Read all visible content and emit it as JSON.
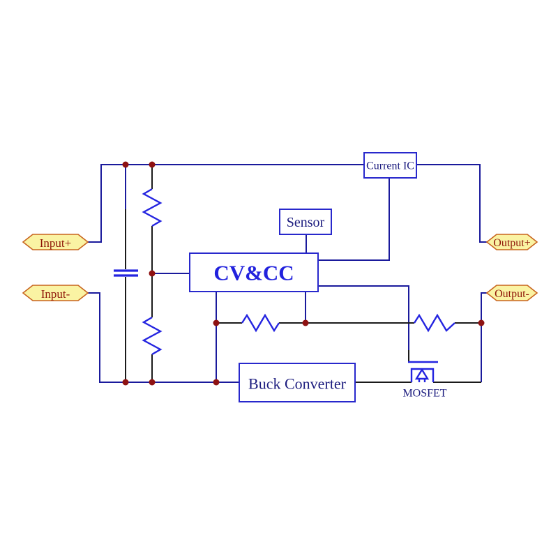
{
  "palette": {
    "background": "#ffffff",
    "wire": "#1a1a9c",
    "lead": "#1a1a1a",
    "component": "#2424e0",
    "junction": "#8e1212",
    "box-border": "#2828cc",
    "box-fill": "#ffffff",
    "box-text": "#1b1b7e",
    "cvcc-text": "#2222dd",
    "flag-fill": "#faf3a3",
    "flag-border": "#c8641e",
    "flag-text": "#8e1508"
  },
  "blocks": {
    "current_ic": {
      "label": "Current IC"
    },
    "sensor": {
      "label": "Sensor"
    },
    "cvcc": {
      "label": "CV&CC"
    },
    "buck_converter": {
      "label": "Buck Converter"
    }
  },
  "ports": {
    "input_plus": {
      "label": "Input+"
    },
    "input_minus": {
      "label": "Input-"
    },
    "output_plus": {
      "label": "Output+"
    },
    "output_minus": {
      "label": "Output-"
    }
  },
  "annotations": {
    "mosfet": {
      "label": "MOSFET"
    }
  },
  "symbols": {
    "resistor_count": 4,
    "capacitor_count": 1,
    "mosfet_count": 1,
    "junction_dot_count": 9
  }
}
